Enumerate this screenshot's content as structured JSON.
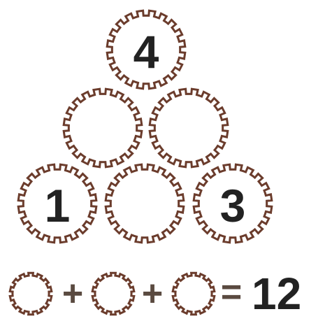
{
  "colors": {
    "gear_outline": "#6b3c2c",
    "number_text": "#222222",
    "operator": "#5a4a40",
    "background": "#ffffff"
  },
  "puzzle": {
    "top_gear": "4",
    "middle_left_gear": "",
    "middle_right_gear": "",
    "bottom_left_gear": "1",
    "bottom_middle_gear": "",
    "bottom_right_gear": "3"
  },
  "equation": {
    "plus_1": "+",
    "plus_2": "+",
    "equals": "=",
    "result": "12"
  }
}
